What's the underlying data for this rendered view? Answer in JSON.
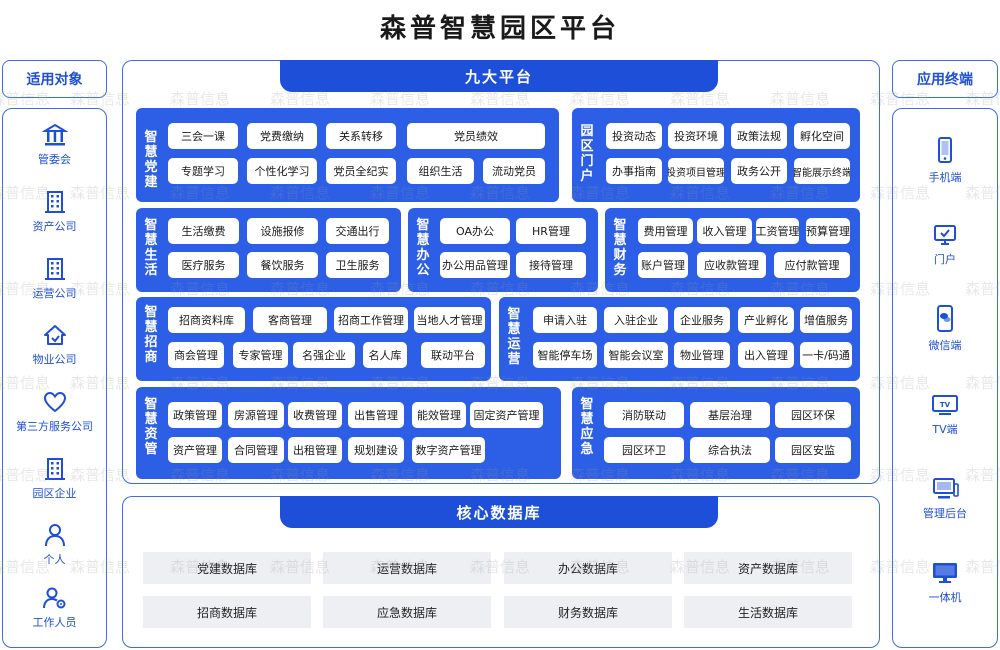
{
  "title": "森普智慧园区平台",
  "left": {
    "header": "适用对象",
    "items": [
      {
        "icon": "government-building-icon",
        "label": "管委会"
      },
      {
        "icon": "office-building-icon",
        "label": "资产公司"
      },
      {
        "icon": "office-building-icon",
        "label": "运营公司"
      },
      {
        "icon": "house-icon",
        "label": "物业公司"
      },
      {
        "icon": "heart-icon",
        "label": "第三方服务公司"
      },
      {
        "icon": "office-building-icon",
        "label": "园区企业"
      },
      {
        "icon": "person-icon",
        "label": "个人"
      },
      {
        "icon": "worker-gear-icon",
        "label": "工作人员"
      }
    ]
  },
  "right": {
    "header": "应用终端",
    "items": [
      {
        "icon": "mobile-phone-icon",
        "label": "手机端"
      },
      {
        "icon": "monitor-icon",
        "label": "门户"
      },
      {
        "icon": "wechat-icon",
        "label": "微信端"
      },
      {
        "icon": "tv-icon",
        "label": "TV端"
      },
      {
        "icon": "admin-console-icon",
        "label": "管理后台"
      },
      {
        "icon": "kiosk-icon",
        "label": "一体机"
      }
    ]
  },
  "platform": {
    "header": "九大平台",
    "groups": [
      {
        "label": "智慧党建",
        "items": [
          "三会一课",
          "党费缴纳",
          "关系转移",
          "党员绩效",
          "专题学习",
          "个性化学习",
          "党员全纪实",
          "组织生活",
          "流动党员"
        ]
      },
      {
        "label": "园区门户",
        "items": [
          "投资动态",
          "投资环境",
          "政策法规",
          "孵化空间",
          "办事指南",
          "投资项目管理",
          "政务公开",
          "智能展示终端"
        ]
      },
      {
        "label": "智慧生活",
        "items": [
          "生活缴费",
          "设施报修",
          "交通出行",
          "医疗服务",
          "餐饮服务",
          "卫生服务"
        ]
      },
      {
        "label": "智慧办公",
        "items": [
          "OA办公",
          "HR管理",
          "办公用品管理",
          "接待管理"
        ]
      },
      {
        "label": "智慧财务",
        "items": [
          "费用管理",
          "收入管理",
          "工资管理",
          "预算管理",
          "账户管理",
          "应收款管理",
          "应付款管理"
        ]
      },
      {
        "label": "智慧招商",
        "items": [
          "招商资料库",
          "客商管理",
          "招商工作管理",
          "当地人才管理",
          "商会管理",
          "专家管理",
          "名强企业",
          "名人库",
          "联动平台"
        ]
      },
      {
        "label": "智慧运营",
        "items": [
          "申请入驻",
          "入驻企业",
          "企业服务",
          "产业孵化",
          "增值服务",
          "智能停车场",
          "智能会议室",
          "物业管理",
          "出入管理",
          "一卡/码通"
        ]
      },
      {
        "label": "智慧资管",
        "items": [
          "政策管理",
          "房源管理",
          "收费管理",
          "出售管理",
          "能效管理",
          "固定资产管理",
          "资产管理",
          "合同管理",
          "出租管理",
          "规划建设",
          "数字资产管理"
        ]
      },
      {
        "label": "智慧应急",
        "items": [
          "消防联动",
          "基层治理",
          "园区环保",
          "园区环卫",
          "综合执法",
          "园区安监"
        ]
      }
    ]
  },
  "database": {
    "header": "核心数据库",
    "items": [
      "党建数据库",
      "运营数据库",
      "办公数据库",
      "资产数据库",
      "招商数据库",
      "应急数据库",
      "财务数据库",
      "生活数据库"
    ]
  },
  "watermark": "森普信息",
  "colors": {
    "primary": "#1e4fd8",
    "group": "#2c5fe6",
    "dbcell": "#eeeff2"
  }
}
